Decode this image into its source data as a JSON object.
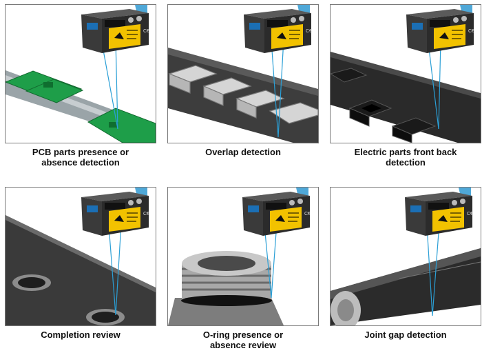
{
  "panels": [
    {
      "caption": "PCB parts presence or\nabsence detection"
    },
    {
      "caption": "Overlap detection"
    },
    {
      "caption": "Electric parts front back\ndetection"
    },
    {
      "caption": "Completion review"
    },
    {
      "caption": "O-ring presence or\nabsence review"
    },
    {
      "caption": "Joint gap detection"
    }
  ],
  "colors": {
    "sensor_body": "#2b2b2b",
    "laser_label": "#f2c200",
    "beam": "#2a9fd6",
    "cable": "#4fa8d8",
    "pcb": "#1e9e49",
    "frame_border": "#7a7a7a"
  },
  "icons": [
    "laser-sensor-icon",
    "laser-beam-icon"
  ]
}
